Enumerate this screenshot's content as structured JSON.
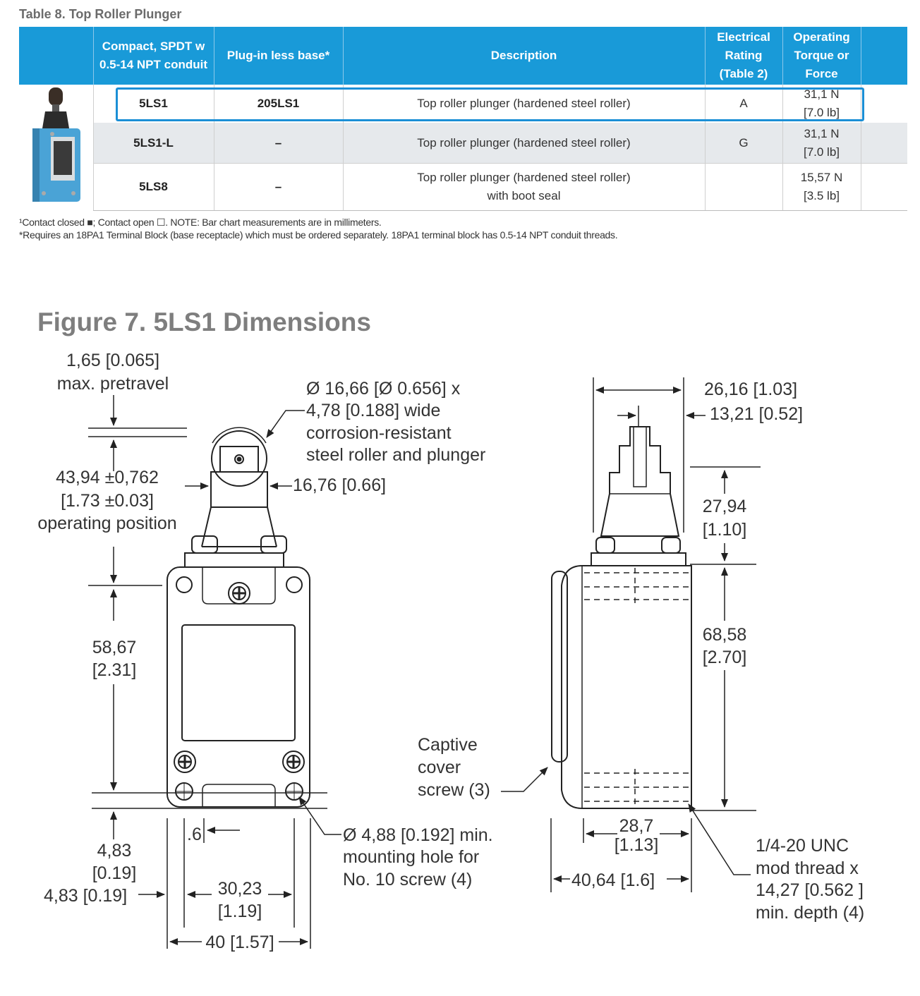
{
  "table": {
    "caption": "Table 8. Top Roller Plunger",
    "headers": [
      "",
      "Compact, SPDT w 0.5-14 NPT conduit",
      "Plug-in less base*",
      "Description",
      "Electrical Rating (Table 2)",
      "Operating Torque or Force",
      ""
    ],
    "rows": [
      {
        "cat": "5LS1",
        "plugin": "205LS1",
        "desc": "Top roller plunger (hardened steel roller)",
        "rating": "A",
        "force": "31,1 N",
        "force_lb": "[7.0 lb]"
      },
      {
        "cat": "5LS1-L",
        "plugin": "–",
        "desc": "Top roller plunger (hardened steel roller)",
        "rating": "G",
        "force": "31,1 N",
        "force_lb": "[7.0 lb]"
      },
      {
        "cat": "5LS8",
        "plugin": "–",
        "desc": "Top roller plunger (hardened steel roller)",
        "desc2": "with boot seal",
        "rating": "",
        "force": "15,57 N",
        "force_lb": "[3.5 lb]"
      }
    ],
    "note1": "¹Contact closed ■; Contact open ☐. NOTE: Bar chart measurements are in millimeters.",
    "note2": "*Requires an 18PA1 Terminal Block (base receptacle) which must be ordered separately. 18PA1 terminal block has 0.5-14 NPT conduit threads."
  },
  "figure": {
    "title": "Figure 7. 5LS1 Dimensions",
    "labels": {
      "pretravel_val": "1,65 [0.065]",
      "pretravel_txt": "max. pretravel",
      "roller1": "Ø 16,66 [Ø 0.656] x",
      "roller2": "4,78 [0.188] wide",
      "roller3": "corrosion-resistant",
      "roller4": "steel roller and plunger",
      "plunger_w": "16,76 [0.66]",
      "op1": "43,94 ±0,762",
      "op2": "[1.73 ±0.03]",
      "op3": "operating position",
      "body1": "58,67",
      "body2": "[2.31]",
      "bot1": "4,83",
      "bot2": "[0.19]",
      "side_483": "4,83 [0.19]",
      "six": ".6",
      "w1": "30,23",
      "w2": "[1.19]",
      "w_total": "40 [1.57]",
      "hole1": "Ø 4,88 [0.192] min.",
      "hole2": "mounting hole for",
      "hole3": "No. 10 screw (4)",
      "cap1": "Captive",
      "cap2": "cover",
      "cap3": "screw (3)",
      "d2616": "26,16 [1.03]",
      "d1321": "13,21 [0.52]",
      "d2794a": "27,94",
      "d2794b": "[1.10]",
      "d6858a": "68,58",
      "d6858b": "[2.70]",
      "d287a": "28,7",
      "d287b": "[1.13]",
      "d4064": "40,64 [1.6]",
      "thr1": "1/4-20 UNC",
      "thr2": "mod thread x",
      "thr3": "14,27 [0.562 ]",
      "thr4": "min. depth (4)"
    }
  },
  "colors": {
    "header_blue": "#199ad8",
    "highlight": "#1b8fd6",
    "stripe": "#e6e9ec",
    "switch_body": "#4aa3d6"
  }
}
